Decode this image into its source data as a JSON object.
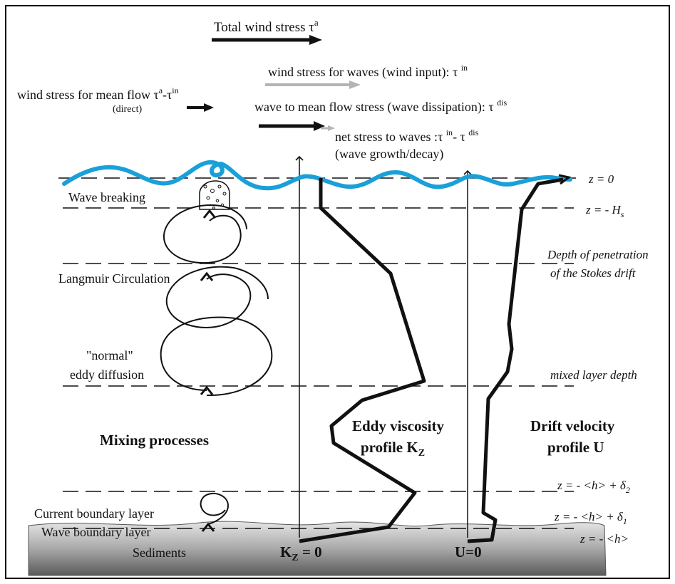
{
  "stresses": {
    "total_main": "Total wind stress τ",
    "total_sup": "a",
    "wave_main": "wind stress for waves (wind input): τ ",
    "wave_sup": "in",
    "mean_main": "wind stress for mean flow τ",
    "mean_sup1": "a",
    "mean_mid": "-τ",
    "mean_sup2": "in",
    "mean_sub": "(direct)",
    "diss_main": "wave to mean flow stress (wave dissipation): τ ",
    "diss_sup": "dis",
    "net_main": "net stress to waves :τ ",
    "net_sup1": "in",
    "net_mid": "- τ ",
    "net_sup2": "dis",
    "net_line2": "(wave growth/decay)"
  },
  "levels": {
    "z0_prefix": "z = 0",
    "hs_prefix": "z = - ",
    "hs_var": "H",
    "hs_sub": "s",
    "stokes_line1": "Depth of penetration",
    "stokes_line2": "of the Stokes drift",
    "mixed": "mixed layer depth",
    "d2_main": "z = - <h> + δ",
    "d2_sub": "2",
    "d1_main": "z = - <h> + δ",
    "d1_sub": "1",
    "bottom": "z = - <h>"
  },
  "processes": {
    "breaking": "Wave breaking",
    "langmuir": "Langmuir Circulation",
    "normal_line1": "\"normal\"",
    "normal_line2": "eddy diffusion",
    "mixing": "Mixing processes",
    "current_bl": "Current boundary layer",
    "wave_bl": "Wave boundary layer",
    "sediments": "Sediments"
  },
  "profiles": {
    "kz_line1": "Eddy viscosity",
    "kz_line2_main": "profile K",
    "kz_line2_sub": "Z",
    "u_line1": "Drift velocity",
    "u_line2": "profile U",
    "kz_zero_main": "K",
    "kz_zero_sub": "Z",
    "kz_zero_rest": " = 0",
    "u_zero": "U=0"
  },
  "colors": {
    "water": "#1aa0d8",
    "dark_arrow": "#111111",
    "light_arrow": "#b4b4b4",
    "sediment": "#9a9a9a"
  }
}
